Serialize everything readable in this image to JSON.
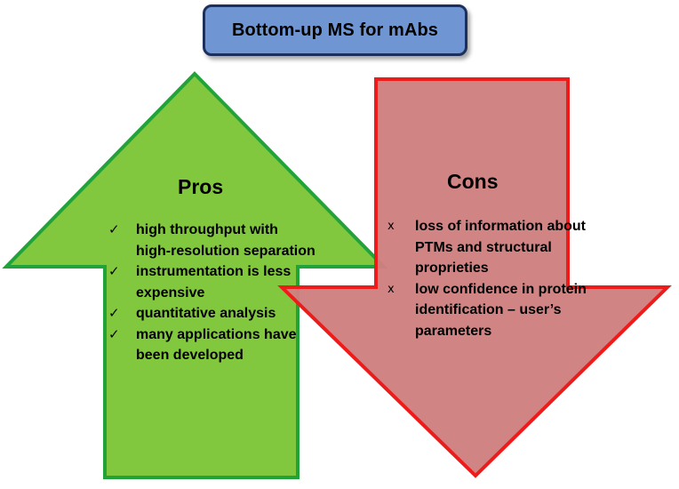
{
  "title": "Bottom-up MS for mAbs",
  "pros": {
    "heading": "Pros",
    "marker": "✓",
    "items": [
      "high throughput with high-resolution separation",
      "instrumentation is less expensive",
      "quantitative analysis",
      "many applications have been developed"
    ]
  },
  "cons": {
    "heading": "Cons",
    "marker": "x",
    "items": [
      "loss of information about PTMs and structural proprieties",
      "low confidence in protein identification – user’s parameters"
    ]
  },
  "colors": {
    "title_fill": "#6f95d3",
    "title_border": "#1d2f5c",
    "pros_fill": "#82c83f",
    "pros_border": "#22a33a",
    "cons_fill": "#d08080",
    "cons_border": "#ee1b1b"
  },
  "icons": {
    "pros_arrow": "arrow-up-icon",
    "cons_arrow": "arrow-down-icon"
  }
}
